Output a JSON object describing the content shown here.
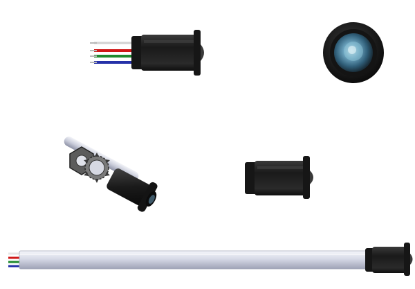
{
  "views": [
    {
      "id": "side-view-with-wires"
    },
    {
      "id": "front-lens-view"
    },
    {
      "id": "isometric-with-nut-and-washer"
    },
    {
      "id": "side-view-body-only"
    },
    {
      "id": "side-view-with-cable"
    }
  ],
  "colors": {
    "background": "#ffffff",
    "body": "#1c1c1c",
    "body_highlight": "#4a4a4a",
    "wire_red": "#d01818",
    "wire_green": "#1f8a2e",
    "wire_blue": "#2531a8",
    "wire_white": "#e8e8e8",
    "wire_tip": "#b8b8b8",
    "cable_sheath": "#d9dbe6",
    "lens": "#5a8fb0"
  }
}
